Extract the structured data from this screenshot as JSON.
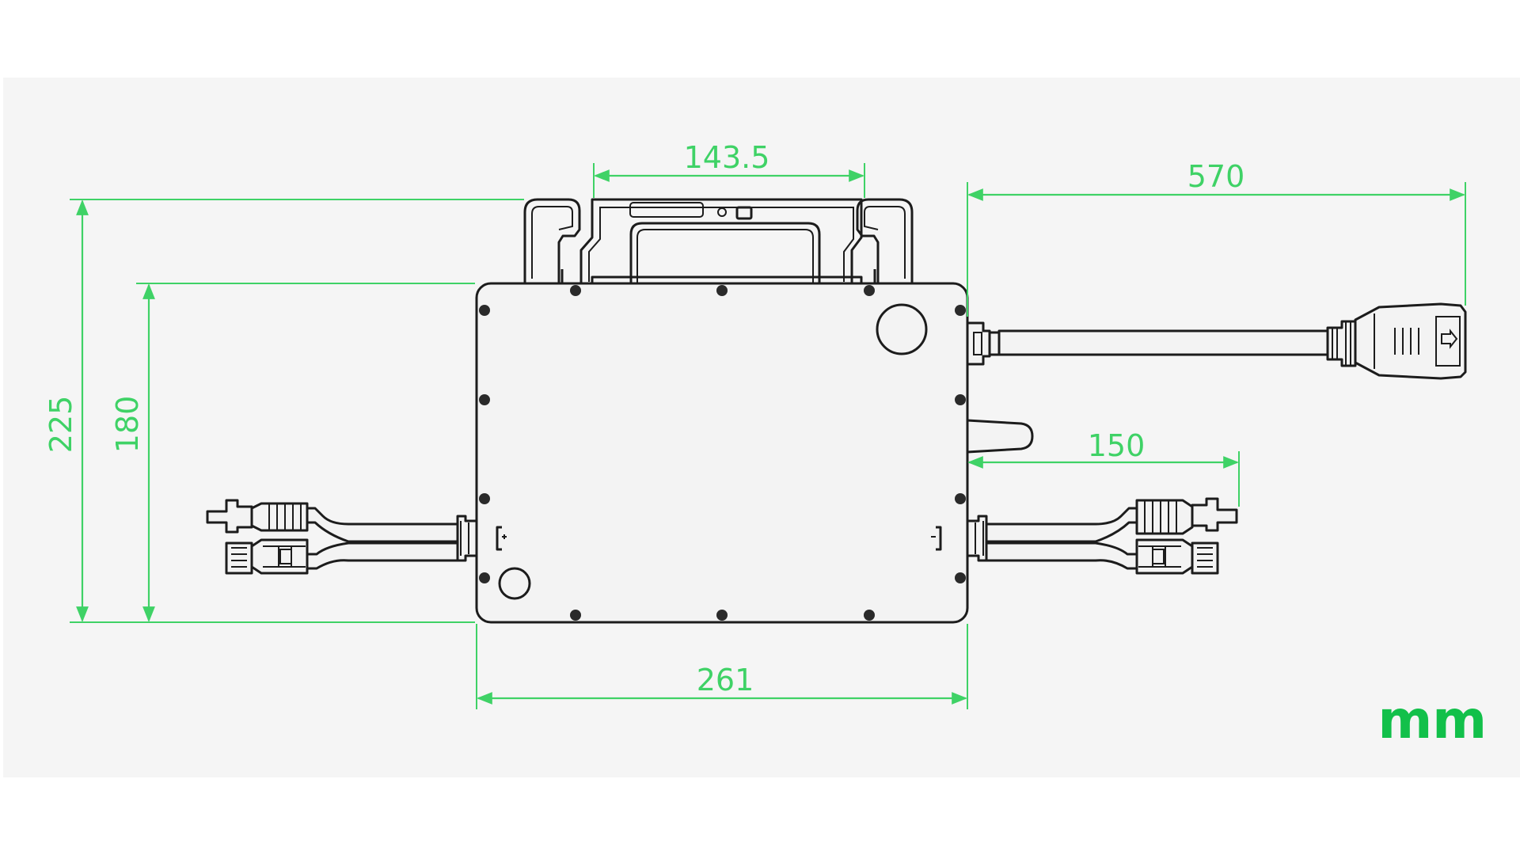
{
  "unit_label": "mm",
  "dimensions": {
    "bracket_width": "143.5",
    "ac_cable_length": "570",
    "antenna_to_connector": "150",
    "total_height": "225",
    "body_height": "180",
    "body_width": "261"
  },
  "colors": {
    "background_panel": "#f5f5f5",
    "dimension_lines": "#3fd266",
    "unit_text": "#12c04a",
    "drawing_ink": "#1c1c1c"
  }
}
